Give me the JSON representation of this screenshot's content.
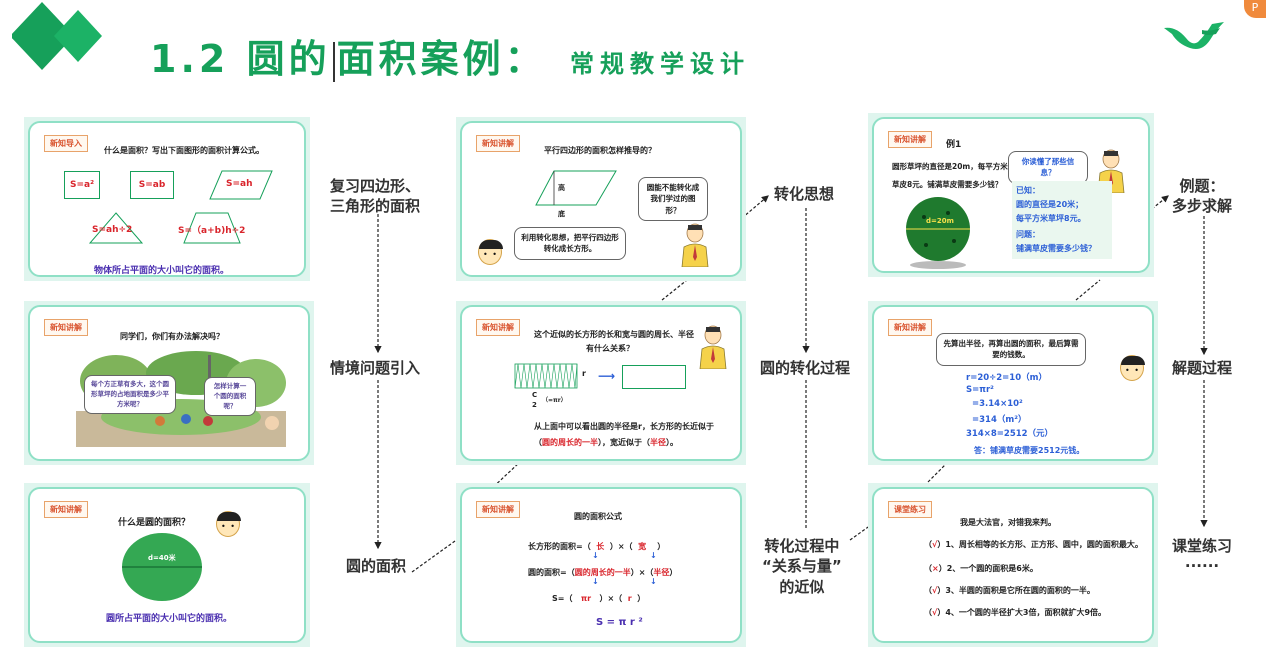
{
  "header": {
    "title_number": "1.2",
    "title_part1": "圆的",
    "title_part2": "面积案例：",
    "subtitle": "常规教学设计",
    "corner_badge": "P",
    "colors": {
      "accent": "#16a05a",
      "text_red": "#d9242b",
      "text_purple": "#4a2fb0",
      "slide_border": "#8fe0c6"
    }
  },
  "slides": {
    "s1": {
      "tag": "新知导入",
      "question": "什么是面积？写出下面图形的面积计算公式。",
      "formulas": [
        "S=a²",
        "S=ab",
        "S=ah",
        "S=ah÷2",
        "S=（a+b)h÷2"
      ],
      "footer": "物体所占平面的大小叫它的面积。"
    },
    "s2": {
      "tag": "新知讲解",
      "question": "同学们，你们有办法解决吗？",
      "speech_left": "每个方正草有多大，这个圆形草坪的占地面积是多少平方米呢？",
      "speech_right": "怎样计算一个圆的面积呢？"
    },
    "s3": {
      "tag": "新知讲解",
      "question": "什么是圆的面积？",
      "circle_label": "d=40米",
      "footer": "圆所占平面的大小叫它的面积。"
    },
    "s4": {
      "tag": "新知讲解",
      "question": "平行四边形的面积怎样推导的？",
      "height_label": "高",
      "base_label": "底",
      "bubble_teacher": "圆能不能转化成我们学过的图形？",
      "bubble_student": "利用转化思想，把平行四边形转化成长方形。"
    },
    "s5": {
      "tag": "新知讲解",
      "question_line1": "这个近似的长方形的长和宽与圆的周长、半径",
      "question_line2": "有什么关系？",
      "r_label": "r",
      "c_label": "C",
      "c_den": "2",
      "pi_r": "（=πr）",
      "arrow": "⟶",
      "conclusion_line1": "从上面中可以看出圆的半径是r，长方形的长近似于",
      "blank1": "圆的周长的一半",
      "mid_text": "，宽近似于（",
      "blank2": "半径",
      "end_text": "）。"
    },
    "s6": {
      "tag": "新知讲解",
      "title": "圆的面积公式",
      "row1_label": "长方形的面积=（",
      "row1_a": "长",
      "row1_b": "宽",
      "row2_label": "圆的面积=（",
      "row2_a": "圆的周长的一半",
      "row2_b": "半径",
      "row3_label": "S=（",
      "row3_a": "πr",
      "row3_b": "r",
      "times": "）×（",
      "close": "）",
      "final": "S = π r ²"
    },
    "s7": {
      "tag": "新知讲解",
      "example": "例1",
      "text_line1": "圆形草坪的直径是20m，每平方米",
      "text_line2": "草皮8元。铺满草皮需要多少钱？",
      "circle_label": "d=20m",
      "bubble_teacher": "你读懂了那些信息？",
      "known_title": "已知：",
      "known_1": "圆的直径是20米；",
      "known_2": "每平方米草坪8元。",
      "question_title": "问题：",
      "question_text": "铺满草皮需要多少钱？"
    },
    "s8": {
      "tag": "新知讲解",
      "bubble": "先算出半径，再算出圆的面积，最后算需要的钱数。",
      "steps": [
        "r=20÷2=10（m）",
        "S=πr²",
        "=3.14×10²",
        "=314（m²）",
        "314×8=2512（元）"
      ],
      "answer": "答：铺满草皮需要2512元钱。"
    },
    "s9": {
      "tag": "课堂练习",
      "intro": "我是大法官，对错我来判。",
      "items": [
        {
          "mark": "√",
          "text": "1、周长相等的长方形、正方形、圆中，圆的面积最大。"
        },
        {
          "mark": "×",
          "text": "2、一个圆的面积是6米。"
        },
        {
          "mark": "√",
          "text": "3、半圆的面积是它所在圆的面积的一半。"
        },
        {
          "mark": "√",
          "text": "4、一个圆的半径扩大3倍，面积就扩大9倍。"
        }
      ]
    }
  },
  "flow": {
    "col1": [
      "复习四边形、\n三角形的面积",
      "情境问题引入",
      "圆的面积"
    ],
    "col2": [
      "转化思想",
      "圆的转化过程",
      "转化过程中\n“关系与量”\n的近似"
    ],
    "col3": [
      "例题：\n多步求解",
      "解题过程",
      "课堂练习\n······"
    ]
  }
}
